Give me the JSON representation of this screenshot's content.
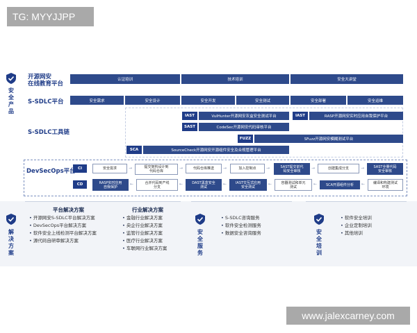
{
  "watermark_top": "TG: MYYJJPP",
  "watermark_bottom": "www.jalexcarney.com",
  "left_section_label": "安全产品",
  "education": {
    "label": "开源网安\n在线教育平台",
    "bars": [
      "认证培训",
      "技术培训",
      "安全大讲堂"
    ]
  },
  "sdlc_platform": {
    "label": "S-SDLC平台",
    "bars": [
      "安全需求",
      "安全设计",
      "安全开发",
      "安全测试",
      "安全部署",
      "安全运维"
    ]
  },
  "toolchain": {
    "label": "S-SDLC工具链",
    "items": [
      {
        "tag": "IAST",
        "text": "VulHunter开源网安灰盒安全测试平台"
      },
      {
        "tag": "IAST",
        "text": "RASP开源网安实时应用自我保护平台"
      },
      {
        "tag": "SAST",
        "text": "CodeSec开源网安代码审核平台"
      },
      {
        "tag": "FUZZ",
        "text": "SFuzz开源网安模糊测试平台"
      },
      {
        "tag": "SCA",
        "text": "SourceCheck开源网安开源组件安全及合规管理平台"
      }
    ]
  },
  "devsecops": {
    "label": "DevSecOps平台",
    "ci_tag": "CI",
    "cd_tag": "CD",
    "ci_boxes": [
      "安全需求",
      "提交架构设计到\n代码仓库",
      "代码仓库推送",
      "加入控制点",
      "SAST提交前代\n码安全审核",
      "创建集成分支",
      "SAST全量代码\n安全审核"
    ],
    "cd_boxes": [
      "RASP实时应用\n自我保护",
      "合并代码到产线\n分支",
      "DAST黑盒安全\n测试",
      "IAST交互式应用\n安全测试",
      "容器测试和单元\n测试",
      "SCA开源组件分析",
      "编译和构建测试\n环境"
    ]
  },
  "platform_solutions": {
    "label": "解决方案",
    "heading": "平台解决方案",
    "items": [
      "开源网安S-SDLC平台解决方案",
      "DevSecOps平台解决方案",
      "软件安全上线检测平台解决方案",
      "源代码自研审解决方案"
    ]
  },
  "industry_solutions": {
    "heading": "行业解决方案",
    "items": [
      "金融行业解决方案",
      "央企行业解决方案",
      "监管行业解决方案",
      "医疗行业解决方案",
      "车联网行业解决方案"
    ]
  },
  "security_services": {
    "label": "安全服务",
    "items": [
      "S-SDLC咨询服务",
      "软件安全检测服务",
      "数据安全咨询服务"
    ]
  },
  "security_training": {
    "label": "安全培训",
    "items": [
      "软件安全培训",
      "企业定制培训",
      "其他培训"
    ]
  }
}
